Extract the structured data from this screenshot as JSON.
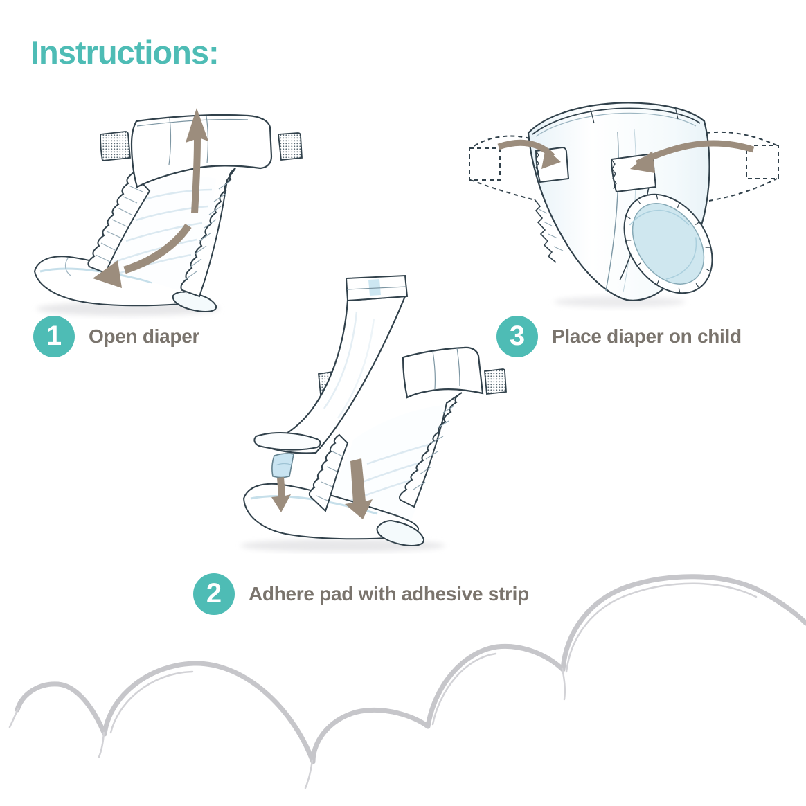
{
  "title": {
    "text": "Instructions:"
  },
  "steps": [
    {
      "number": "1",
      "label": "Open diaper",
      "illustration": "open-diaper-drawing"
    },
    {
      "number": "2",
      "label": "Adhere pad with adhesive strip",
      "illustration": "pad-with-adhesive-strip-drawing"
    },
    {
      "number": "3",
      "label": "Place diaper on child",
      "illustration": "fastened-diaper-on-child-drawing"
    }
  ],
  "colors": {
    "accent_teal": "#4ebcb5",
    "label_text": "#7a746d",
    "arrow_taupe": "#9c8d7d",
    "outline_ink": "#31414b",
    "tint_blue": "#d6eaf4",
    "leg_opening_blue": "#cfe7ef",
    "cloud_gray": "#c6c6ca",
    "background": "#ffffff"
  }
}
